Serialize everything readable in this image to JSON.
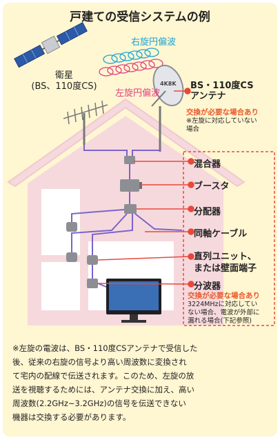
{
  "title": "戸建ての受信システムの例",
  "satellite": {
    "label": "衛星\n(BS、110度CS)"
  },
  "waves": {
    "right": "右旋円偏波",
    "left": "左旋円偏波"
  },
  "dish_badge": "4K8K",
  "antenna": {
    "name": "BS・110度CS\nアンテナ",
    "warning": "交換が必要な場合あり",
    "note": "※左旋に対応していない\n場合"
  },
  "components": {
    "mixer": "混合器",
    "booster": "ブースタ",
    "distributor": "分配器",
    "coax": "同軸ケーブル",
    "unit": "直列ユニット、\nまたは壁面端子",
    "separator": "分波器"
  },
  "separator_warning": {
    "warning": "交換が必要な場合あり",
    "note": "3224MHzに対応してい\nない場合、電波が外部に\n漏れる場合(下記参照)"
  },
  "footnote": "※左旋の電波は、BS・110度CSアンテナで受信した\n後、従来の右旋の信号より高い周波数に変換され\nて宅内の配線で伝送されます。このため、左旋の放\n送を視聴するためには、アンテナ交換に加え、高い\n周波数(2.2GHz~3.2GHz)の信号を伝送できない\n機器は交換する必要があります。",
  "colors": {
    "background": "#fff6d2",
    "house": "#f6d9dd",
    "cable": "#7a63c9",
    "marker": "#e8483b",
    "right_wave": "#1aa5d6",
    "left_wave": "#e0407f",
    "warning": "#e85a2a"
  }
}
